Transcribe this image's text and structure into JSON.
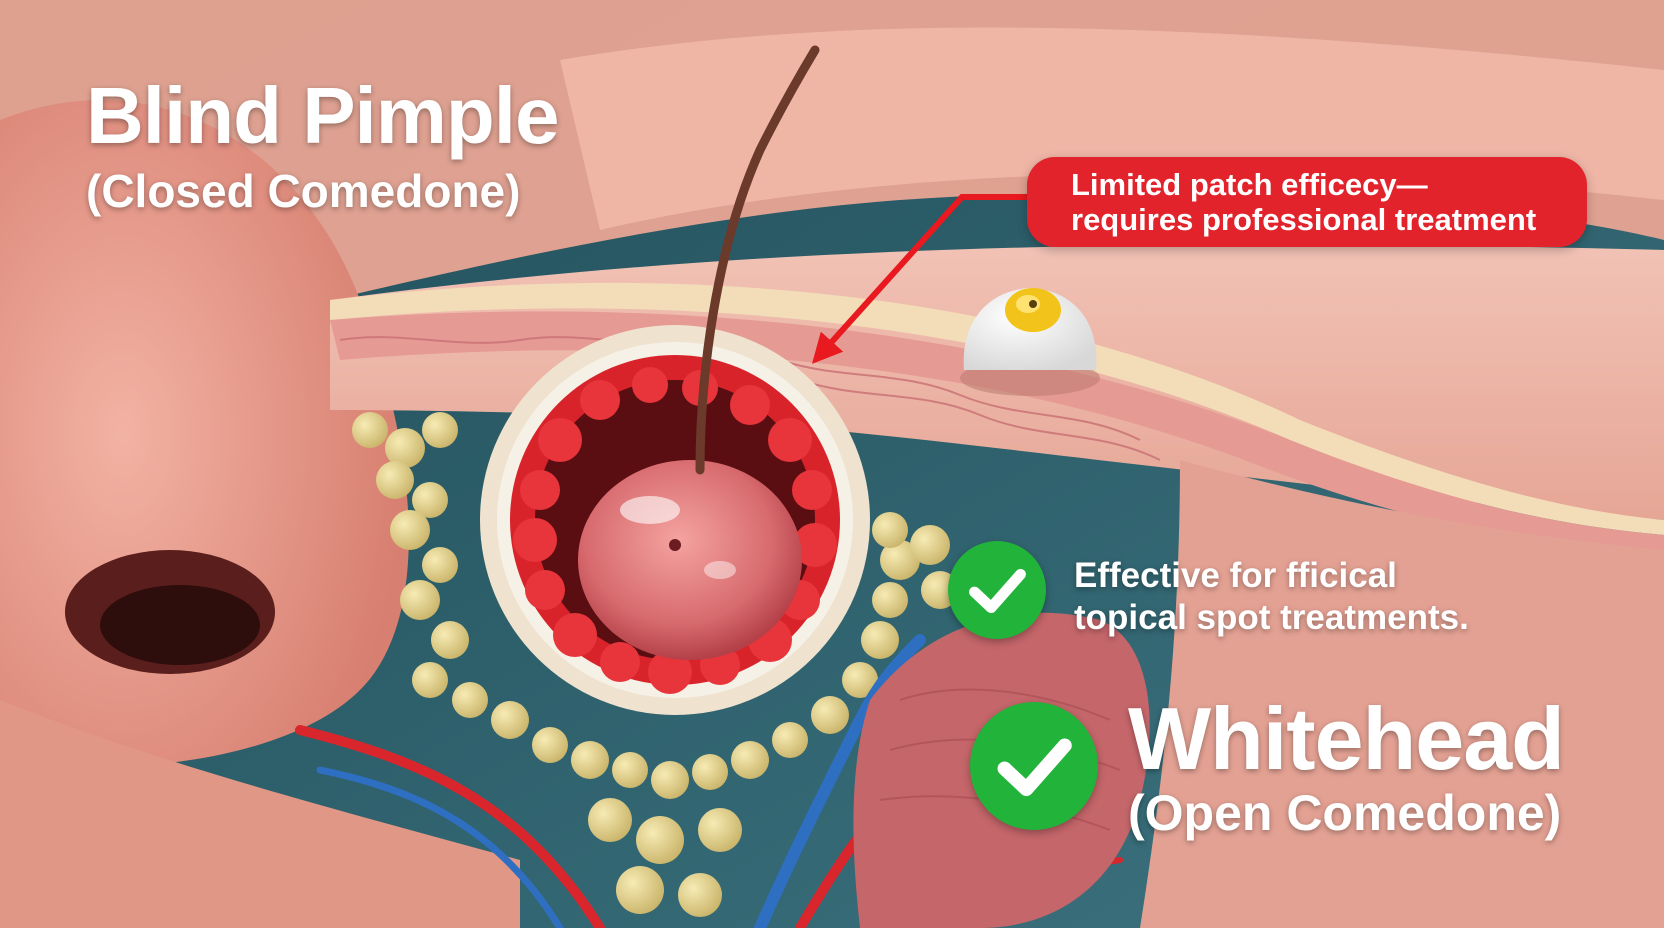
{
  "blind": {
    "title": "Blind Pimple",
    "subtitle": "(Closed Comedone)"
  },
  "callout": {
    "line1": "Limited patch efficecy—",
    "line2": "requires professional treatment"
  },
  "effective": {
    "line1": "Effective for fficical",
    "line2": "topical spot treatments."
  },
  "whitehead": {
    "title": "Whitehead",
    "subtitle": "(Open Comedone)"
  },
  "colors": {
    "callout_bg": "#e3232b",
    "check_green": "#22b33a",
    "arrow_red": "#e8191f",
    "skin": "#e9a08f",
    "background": "#2f5f6a"
  },
  "icons": [
    "check-icon",
    "arrow-icon"
  ]
}
